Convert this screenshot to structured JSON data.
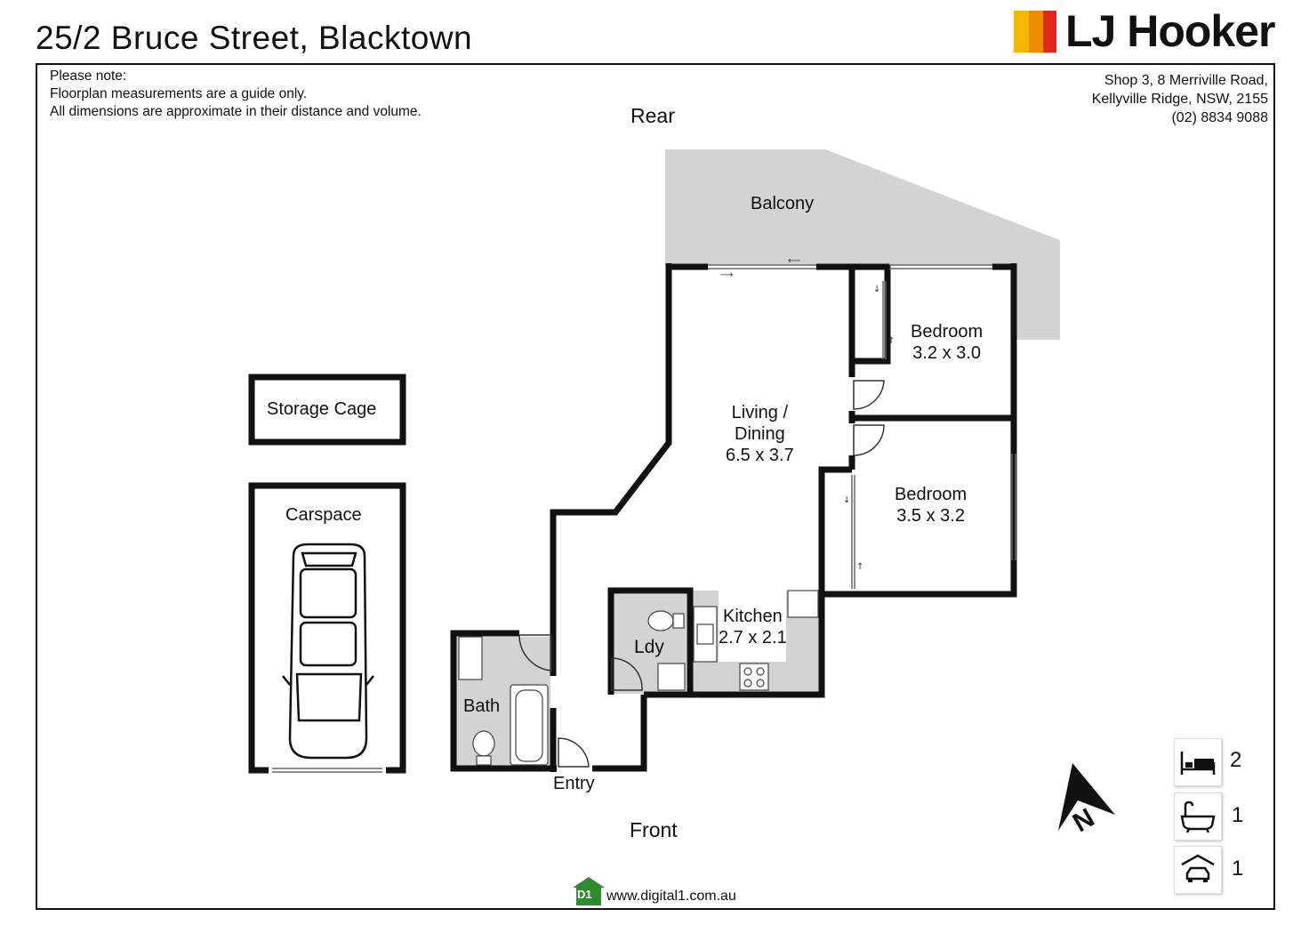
{
  "header": {
    "title": "25/2 Bruce Street, Blacktown",
    "brand": "LJ Hooker",
    "brand_colors": [
      "#f5b600",
      "#f08a00",
      "#e2261c"
    ]
  },
  "note": {
    "line1": "Please note:",
    "line2": "Floorplan measurements are a guide only.",
    "line3": "All dimensions are approximate in their distance and volume."
  },
  "agency": {
    "line1": "Shop 3, 8 Merriville Road,",
    "line2": "Kellyville Ridge, NSW, 2155",
    "line3": "(02) 8834 9088"
  },
  "orientation": {
    "rear": "Rear",
    "front": "Front",
    "north": "N"
  },
  "rooms": {
    "balcony": "Balcony",
    "bedroom1_name": "Bedroom",
    "bedroom1_size": "3.2 x 3.0",
    "bedroom2_name": "Bedroom",
    "bedroom2_size": "3.5 x 3.2",
    "living_line1": "Living /",
    "living_line2": "Dining",
    "living_size": "6.5 x 3.7",
    "kitchen_name": "Kitchen",
    "kitchen_size": "2.7 x 2.1",
    "laundry": "Ldy",
    "bath": "Bath",
    "entry": "Entry",
    "storage": "Storage Cage",
    "carspace": "Carspace"
  },
  "stats": {
    "bedrooms": "2",
    "bathrooms": "1",
    "parking": "1",
    "bed_icon": "bed-icon",
    "bath_icon": "bathtub-icon",
    "car_icon": "garage-car-icon"
  },
  "footer": {
    "website": "www.digital1.com.au",
    "badge": "D1"
  }
}
